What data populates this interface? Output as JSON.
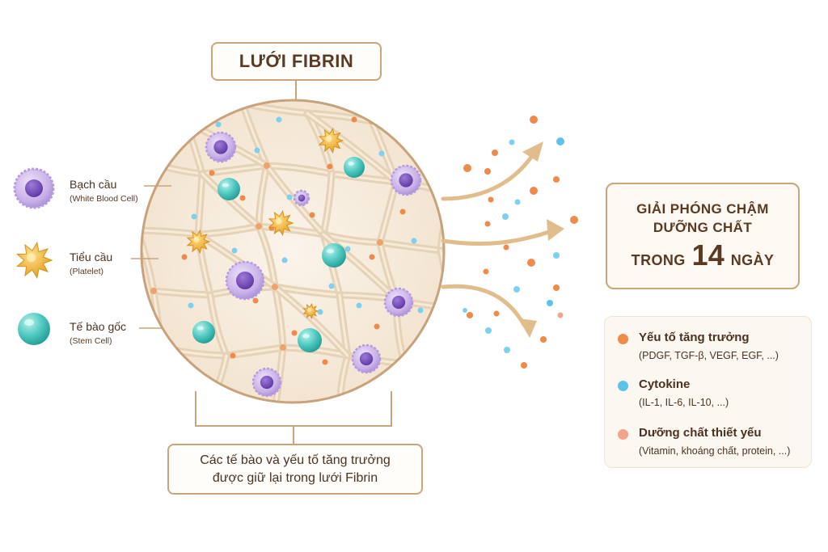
{
  "title": "LƯỚI FIBRIN",
  "cell_types": [
    {
      "name": "Bạch cầu",
      "subtitle": "(White Blood Cell)",
      "icon": "white-blood-cell-icon",
      "color": "#8e63c6"
    },
    {
      "name": "Tiểu cầu",
      "subtitle": "(Platelet)",
      "icon": "platelet-icon",
      "color": "#f0b23a"
    },
    {
      "name": "Tế bào gốc",
      "subtitle": "(Stem Cell)",
      "icon": "stem-cell-icon",
      "color": "#3fbfb6"
    }
  ],
  "caption": {
    "line1": "Các tế bào và yếu tố tăng trưởng",
    "line2": "được giữ lại trong lưới Fibrin"
  },
  "release": {
    "line1": "GIẢI PHÓNG CHẬM",
    "line2": "DƯỠNG CHẤT",
    "line3_word1": "TRONG",
    "line3_number": "14",
    "line3_word2": "NGÀY"
  },
  "legend": [
    {
      "title": "Yếu tố tăng trưởng",
      "detail": "(PDGF, TGF-β, VEGF, EGF, ...)",
      "color": "#f08a4b"
    },
    {
      "title": "Cytokine",
      "detail": "(IL-1, IL-6, IL-10, ...)",
      "color": "#5cc3e6"
    },
    {
      "title": "Dưỡng chất thiết yếu",
      "detail": "(Vitamin, khoáng chất, protein, ...)",
      "color": "#f2a58c"
    }
  ],
  "colors": {
    "accent": "#c9a57a",
    "text": "#5a3a22",
    "fibrin": "#d9c3a3",
    "mesh_bg": "#f7ede0"
  }
}
